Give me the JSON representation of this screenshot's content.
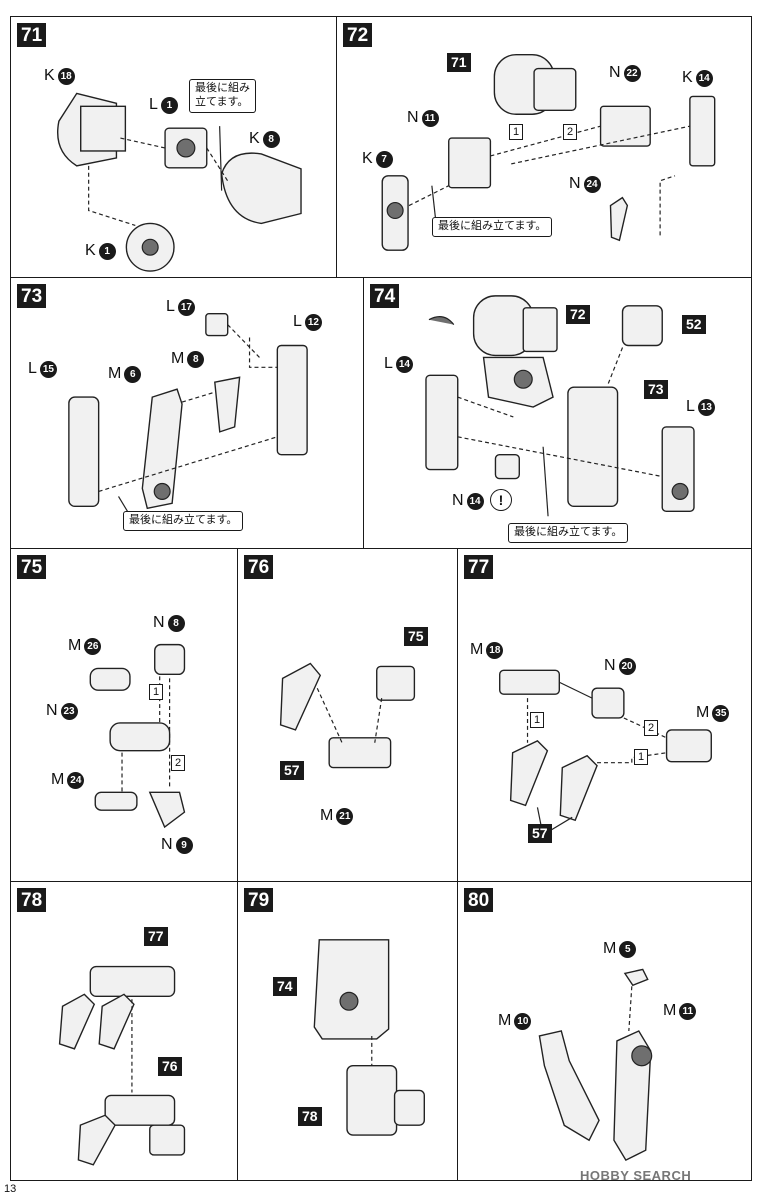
{
  "page_number": "13",
  "watermark": "HOBBY SEARCH",
  "note_text": "最後に組み立てます。",
  "note_text_split": [
    "最後に組み",
    "立てます。"
  ],
  "steps": {
    "s71": {
      "num": "71",
      "labels": [
        "K",
        "18",
        "L",
        "1",
        "K",
        "8",
        "K",
        "1"
      ]
    },
    "s72": {
      "num": "72",
      "ref": "71",
      "labels": [
        "N",
        "22",
        "K",
        "14",
        "N",
        "11",
        "K",
        "7",
        "N",
        "24"
      ],
      "order": [
        "1",
        "2"
      ]
    },
    "s73": {
      "num": "73",
      "labels": [
        "L",
        "17",
        "L",
        "12",
        "L",
        "15",
        "M",
        "6",
        "M",
        "8"
      ]
    },
    "s74": {
      "num": "74",
      "refs": [
        "72",
        "52",
        "73"
      ],
      "labels": [
        "L",
        "14",
        "L",
        "13",
        "N",
        "14"
      ],
      "warn": "!"
    },
    "s75": {
      "num": "75",
      "labels": [
        "N",
        "8",
        "M",
        "26",
        "N",
        "23",
        "M",
        "24",
        "N",
        "9"
      ],
      "order": [
        "1",
        "2"
      ]
    },
    "s76": {
      "num": "76",
      "refs": [
        "75",
        "57"
      ],
      "labels": [
        "M",
        "21"
      ]
    },
    "s77": {
      "num": "77",
      "refs": [
        "57"
      ],
      "labels": [
        "M",
        "18",
        "N",
        "20",
        "M",
        "35"
      ],
      "order": [
        "1",
        "2",
        "1"
      ]
    },
    "s78": {
      "num": "78",
      "refs": [
        "77",
        "76"
      ]
    },
    "s79": {
      "num": "79",
      "refs": [
        "74",
        "78"
      ]
    },
    "s80": {
      "num": "80",
      "labels": [
        "M",
        "5",
        "M",
        "10",
        "M",
        "11"
      ]
    }
  }
}
